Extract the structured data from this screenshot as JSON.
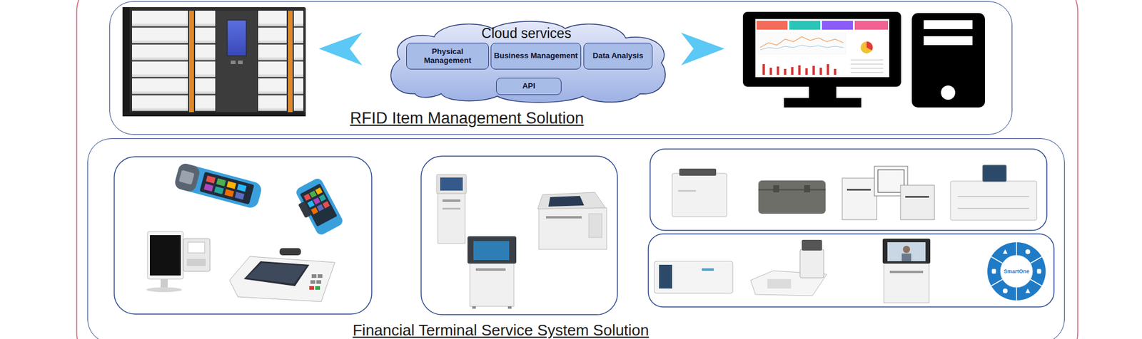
{
  "diagram": {
    "nodes": [
      {
        "text": [
          "RFID Item Management Solution"
        ]
      },
      {
        "text": [
          "Cloud services"
        ],
        "in": 0
      },
      {
        "text": [
          "Physical Management"
        ],
        "in": 1
      },
      {
        "text": [
          "Business Management"
        ],
        "in": 1
      },
      {
        "text": [
          "Data Analysis"
        ],
        "in": 1
      },
      {
        "text": [
          "API"
        ],
        "in": 1
      },
      {
        "text": [
          "Financial Terminal Service System Solution"
        ]
      },
      {
        "text": [
          "SmartOne"
        ],
        "in": 6
      }
    ]
  }
}
